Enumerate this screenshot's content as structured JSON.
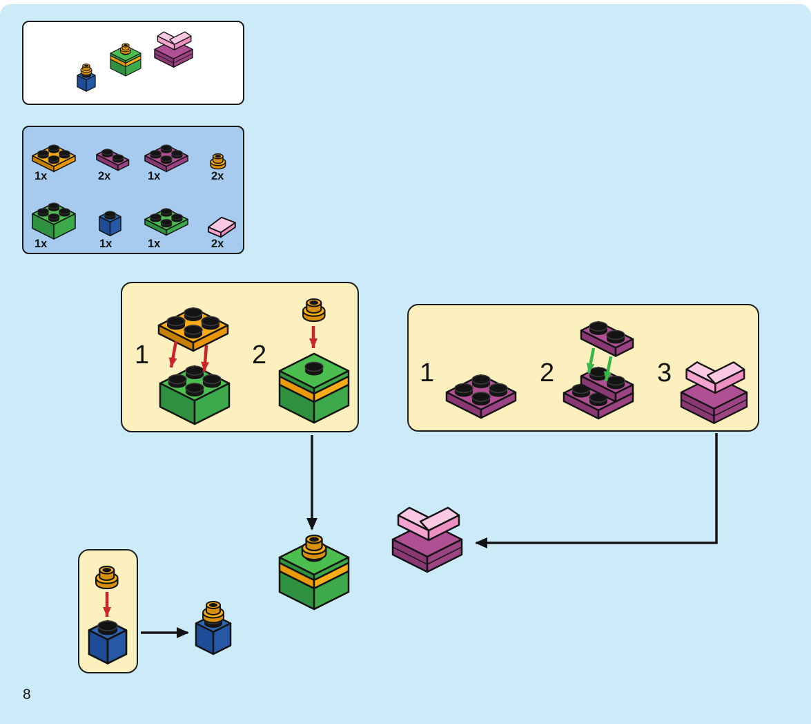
{
  "page": {
    "number": "8",
    "background_color": "#cdeaf8"
  },
  "preview_box": {
    "models": [
      "blue-gift",
      "green-gift-box",
      "pink-bow"
    ]
  },
  "parts_list": {
    "background_color": "#a6cbee",
    "items": [
      {
        "name": "orange-2x2-plate",
        "qty": "1x"
      },
      {
        "name": "magenta-1x2-plate",
        "qty": "2x"
      },
      {
        "name": "magenta-2x2-plate",
        "qty": "1x"
      },
      {
        "name": "gold-round-plate",
        "qty": "2x"
      },
      {
        "name": "green-2x2-brick",
        "qty": "1x"
      },
      {
        "name": "blue-1x1-brick",
        "qty": "1x"
      },
      {
        "name": "green-2x2-plate",
        "qty": "1x"
      },
      {
        "name": "pink-wedge-2x2",
        "qty": "2x"
      }
    ]
  },
  "gift_box_callout": {
    "steps": [
      "1",
      "2"
    ]
  },
  "bow_callout": {
    "steps": [
      "1",
      "2",
      "3"
    ]
  },
  "colors": {
    "callout_background": "#fcf1be",
    "red_arrow": "#c9252c",
    "green_arrow": "#3bb54a",
    "black_arrow": "#141414",
    "brick_green": "#4cbd4f",
    "brick_orange": "#f9ab17",
    "brick_magenta": "#b04f93",
    "brick_blue": "#2f66b5",
    "brick_pink": "#fbc9e4",
    "brick_gold": "#f6ad17"
  }
}
